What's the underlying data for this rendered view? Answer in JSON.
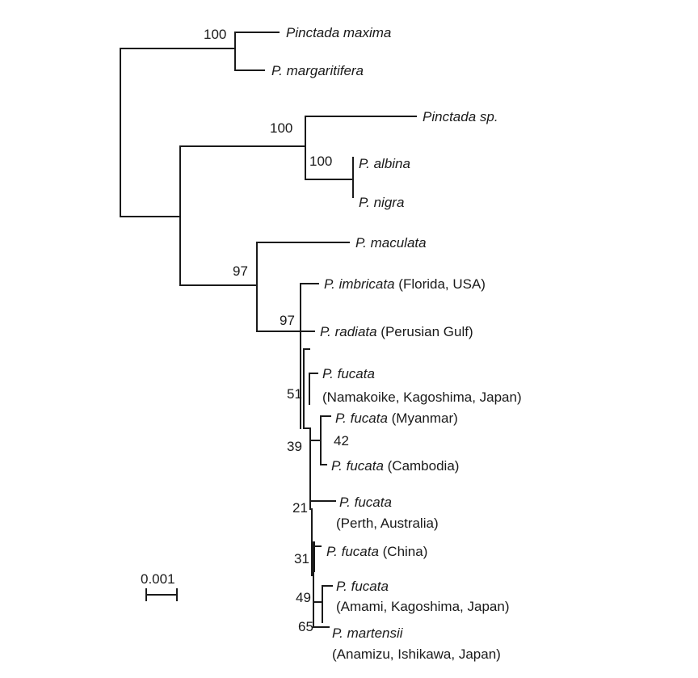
{
  "taxa": {
    "pinctada_maxima": {
      "name": "Pinctada maxima"
    },
    "p_margaritifera": {
      "name": "P. margaritifera"
    },
    "pinctada_sp": {
      "name": "Pinctada sp."
    },
    "p_albina": {
      "name": "P. albina"
    },
    "p_nigra": {
      "name": "P. nigra"
    },
    "p_maculata": {
      "name": "P. maculata"
    },
    "p_imbricata": {
      "name": "P. imbricata",
      "locality": " (Florida, USA)"
    },
    "p_radiata": {
      "name": "P. radiata",
      "locality": " (Perusian Gulf)"
    },
    "p_fucata_namakoike": {
      "name": "P. fucata",
      "locality": "(Namakoike, Kagoshima, Japan)"
    },
    "p_fucata_myanmar": {
      "name": "P. fucata",
      "locality": " (Myanmar)"
    },
    "p_fucata_cambodia": {
      "name": "P. fucata",
      "locality": " (Cambodia)"
    },
    "p_fucata_perth": {
      "name": "P. fucata",
      "locality": "(Perth, Australia)"
    },
    "p_fucata_china": {
      "name": "P. fucata",
      "locality": " (China)"
    },
    "p_fucata_amami": {
      "name": "P. fucata",
      "locality": "(Amami, Kagoshima, Japan)"
    },
    "p_martensii": {
      "name": "P. martensii",
      "locality": "(Anamizu, Ishikawa, Japan)"
    }
  },
  "bootstrap": {
    "maxima_margaritifera": "100",
    "sp_albina_nigra": "100",
    "albina_nigra": "100",
    "maculata_clade": "97",
    "imbricata_clade": "97",
    "namakoike": "51",
    "myanmar_cambodia": "42",
    "node_39": "39",
    "node_21": "21",
    "node_31": "31",
    "node_49": "49",
    "node_65": "65"
  },
  "scale_bar": {
    "label": "0.001"
  }
}
